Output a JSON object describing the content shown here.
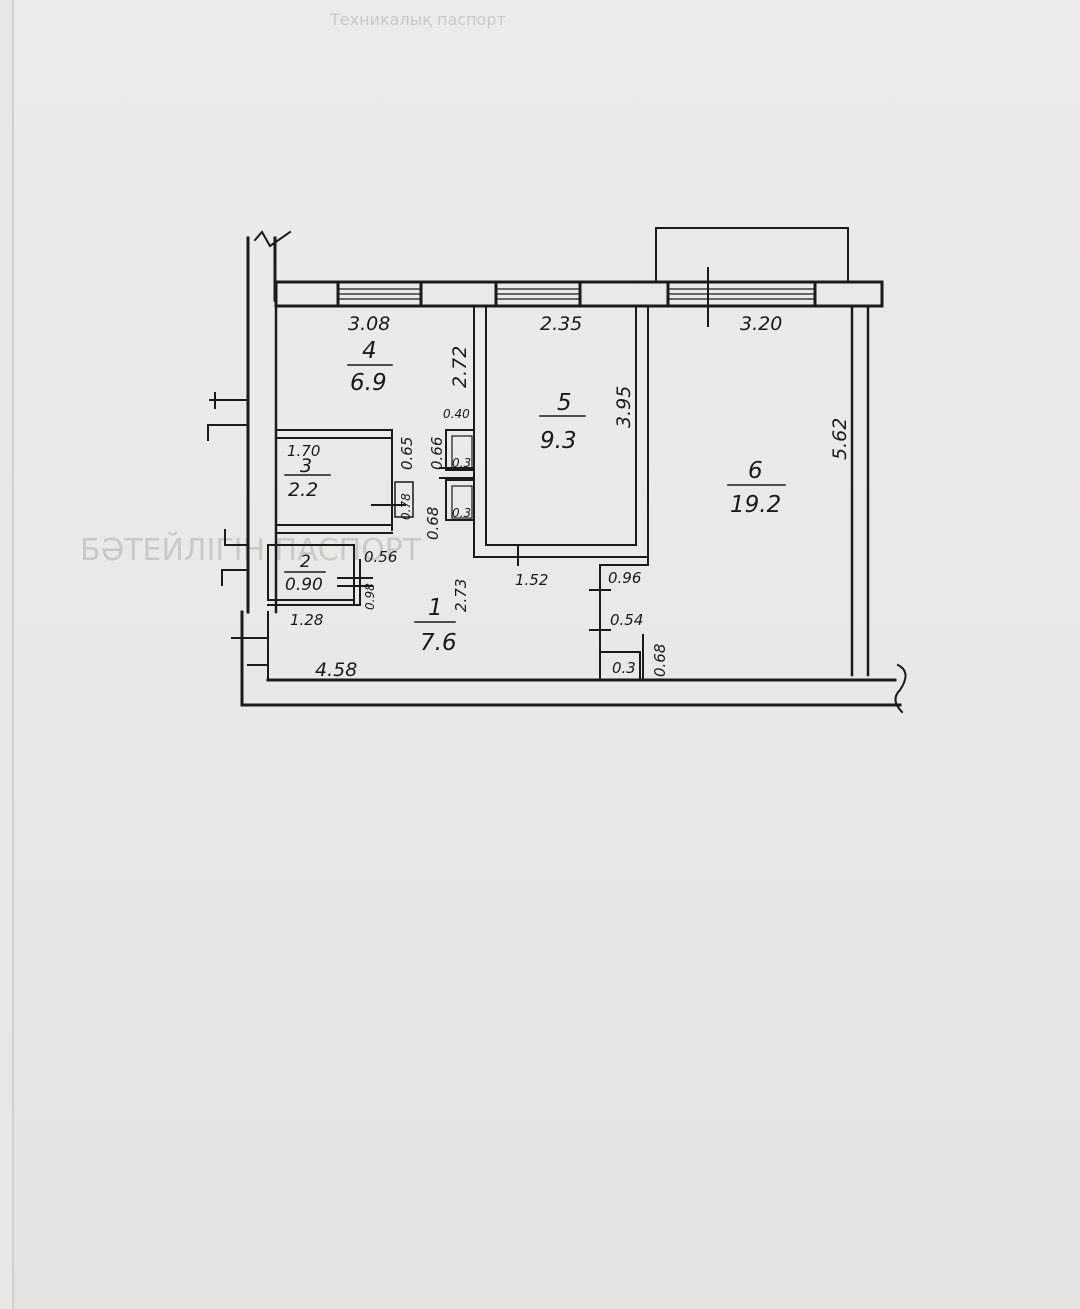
{
  "ghost_text": [
    "БӘТЕЙЛІГІН ПАСПОРТ",
    "Техникалық паспорт"
  ],
  "rooms": [
    {
      "id": "1",
      "number": "1",
      "area": "7.6"
    },
    {
      "id": "2",
      "number": "2",
      "area": "0.90"
    },
    {
      "id": "3",
      "number": "3",
      "area": "2.2"
    },
    {
      "id": "4",
      "number": "4",
      "area": "6.9"
    },
    {
      "id": "5",
      "number": "5",
      "area": "9.3"
    },
    {
      "id": "6",
      "number": "6",
      "area": "19.2"
    }
  ],
  "small_areas": [
    "0.3",
    "0.3",
    "0.3"
  ],
  "dimensions": {
    "top_4": "3.08",
    "top_5": "2.35",
    "top_6": "3.20",
    "h_4": "2.72",
    "h_5": "3.95",
    "h_6": "5.62",
    "w_3": "1.70",
    "d_065": "0.65",
    "d_066": "0.66",
    "d_040": "0.40",
    "d_078": "0.78",
    "d_068a": "0.68",
    "d_056": "0.56",
    "d_098": "0.98",
    "w_2": "1.28",
    "h_1": "2.73",
    "d_152": "1.52",
    "d_096": "0.96",
    "d_054": "0.54",
    "d_068b": "0.68",
    "bottom_1": "4.58"
  }
}
